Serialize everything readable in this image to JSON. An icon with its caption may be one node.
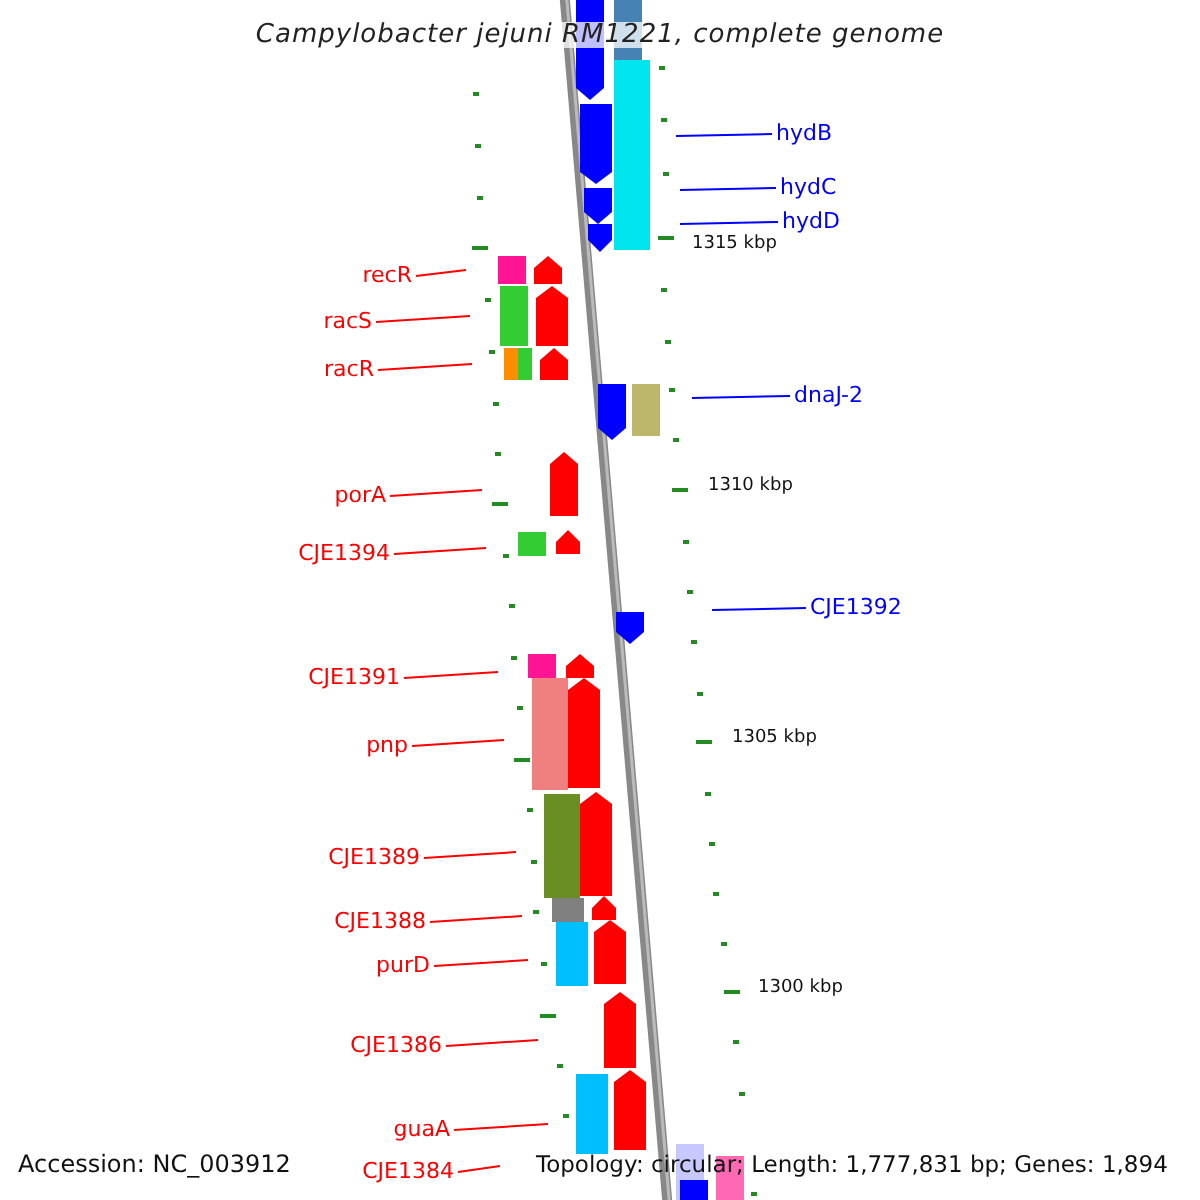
{
  "diagram": {
    "title": "Campylobacter jejuni RM1221, complete genome",
    "nodes": [
      {
        "text": [
          "hydB"
        ]
      },
      {
        "text": [
          "hydC"
        ]
      },
      {
        "text": [
          "hydD"
        ]
      },
      {
        "text": [
          "recR"
        ]
      },
      {
        "text": [
          "racS"
        ]
      },
      {
        "text": [
          "racR"
        ]
      },
      {
        "text": [
          "dnaJ-2"
        ]
      },
      {
        "text": [
          "porA"
        ]
      },
      {
        "text": [
          "CJE1394"
        ]
      },
      {
        "text": [
          "CJE1392"
        ]
      },
      {
        "text": [
          "CJE1391"
        ]
      },
      {
        "text": [
          "pnp"
        ]
      },
      {
        "text": [
          "CJE1389"
        ]
      },
      {
        "text": [
          "CJE1388"
        ]
      },
      {
        "text": [
          "purD"
        ]
      },
      {
        "text": [
          "CJE1386"
        ]
      },
      {
        "text": [
          "guaA"
        ]
      },
      {
        "text": [
          "CJE1384"
        ]
      }
    ],
    "edges": [
      {
        "from": 0,
        "to": null,
        "arrow": "none",
        "color": "#0000ff"
      },
      {
        "from": 1,
        "to": null,
        "arrow": "none",
        "color": "#0000ff"
      },
      {
        "from": 2,
        "to": null,
        "arrow": "none",
        "color": "#0000ff"
      },
      {
        "from": 3,
        "to": null,
        "arrow": "none"
      },
      {
        "from": 4,
        "to": null,
        "arrow": "none"
      },
      {
        "from": 5,
        "to": null,
        "arrow": "none"
      },
      {
        "from": 6,
        "to": null,
        "arrow": "none",
        "color": "#0000ff"
      },
      {
        "from": 7,
        "to": null,
        "arrow": "none"
      },
      {
        "from": 8,
        "to": null,
        "arrow": "none"
      },
      {
        "from": 9,
        "to": null,
        "arrow": "none",
        "color": "#0000ff"
      },
      {
        "from": 10,
        "to": null,
        "arrow": "none"
      },
      {
        "from": 11,
        "to": null,
        "arrow": "none"
      },
      {
        "from": 12,
        "to": null,
        "arrow": "none"
      },
      {
        "from": 13,
        "to": null,
        "arrow": "none"
      },
      {
        "from": 14,
        "to": null,
        "arrow": "none"
      },
      {
        "from": 15,
        "to": null,
        "arrow": "none"
      },
      {
        "from": 16,
        "to": null,
        "arrow": "none"
      },
      {
        "from": 17,
        "to": null,
        "arrow": "none"
      }
    ],
    "labels": [
      "1315 kbp",
      "1310 kbp",
      "1305 kbp",
      "1300 kbp",
      "Accession: NC_003912",
      "Topology: circular; Length: 1,777,831 bp; Genes: 1,894"
    ]
  }
}
